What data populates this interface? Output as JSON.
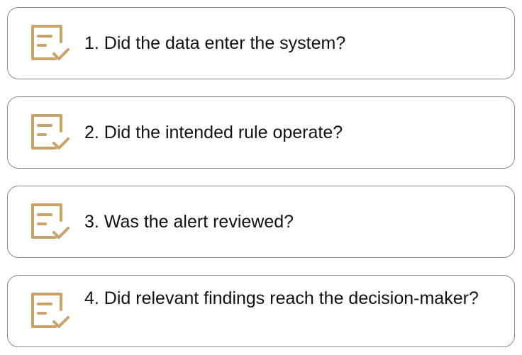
{
  "accent_color": "#C9A36A",
  "items": [
    {
      "label": "1. Did the data enter the system?",
      "icon": "checklist-icon"
    },
    {
      "label": "2. Did the intended rule operate?",
      "icon": "checklist-icon"
    },
    {
      "label": "3. Was the alert reviewed?",
      "icon": "checklist-icon"
    },
    {
      "label": "4. Did relevant findings reach the decision-maker?",
      "icon": "checklist-icon"
    }
  ]
}
